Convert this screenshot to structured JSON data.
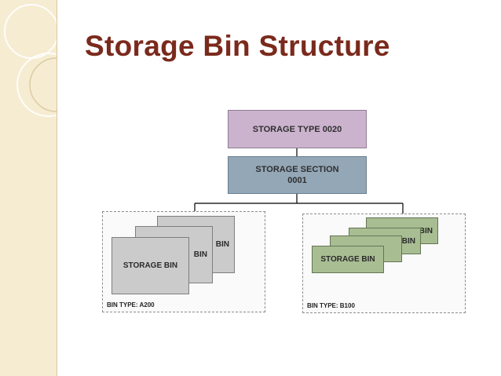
{
  "title": "Storage Bin Structure",
  "diagram": {
    "storage_type": "STORAGE TYPE 0020",
    "storage_section": "STORAGE SECTION\n0001",
    "groups": [
      {
        "label": "BIN TYPE: A200",
        "bins": [
          "BIN",
          "BIN",
          "STORAGE BIN"
        ],
        "color": "#cbcbcb"
      },
      {
        "label": "BIN TYPE: B100",
        "bins": [
          "BIN",
          "BIN",
          "",
          "STORAGE BIN"
        ],
        "color": "#a9bd93"
      }
    ],
    "colors": {
      "storage_type": "#cbb3ce",
      "storage_section": "#93a7b7",
      "title": "#7a2a1c",
      "side_strip": "#f6ecd1"
    }
  }
}
